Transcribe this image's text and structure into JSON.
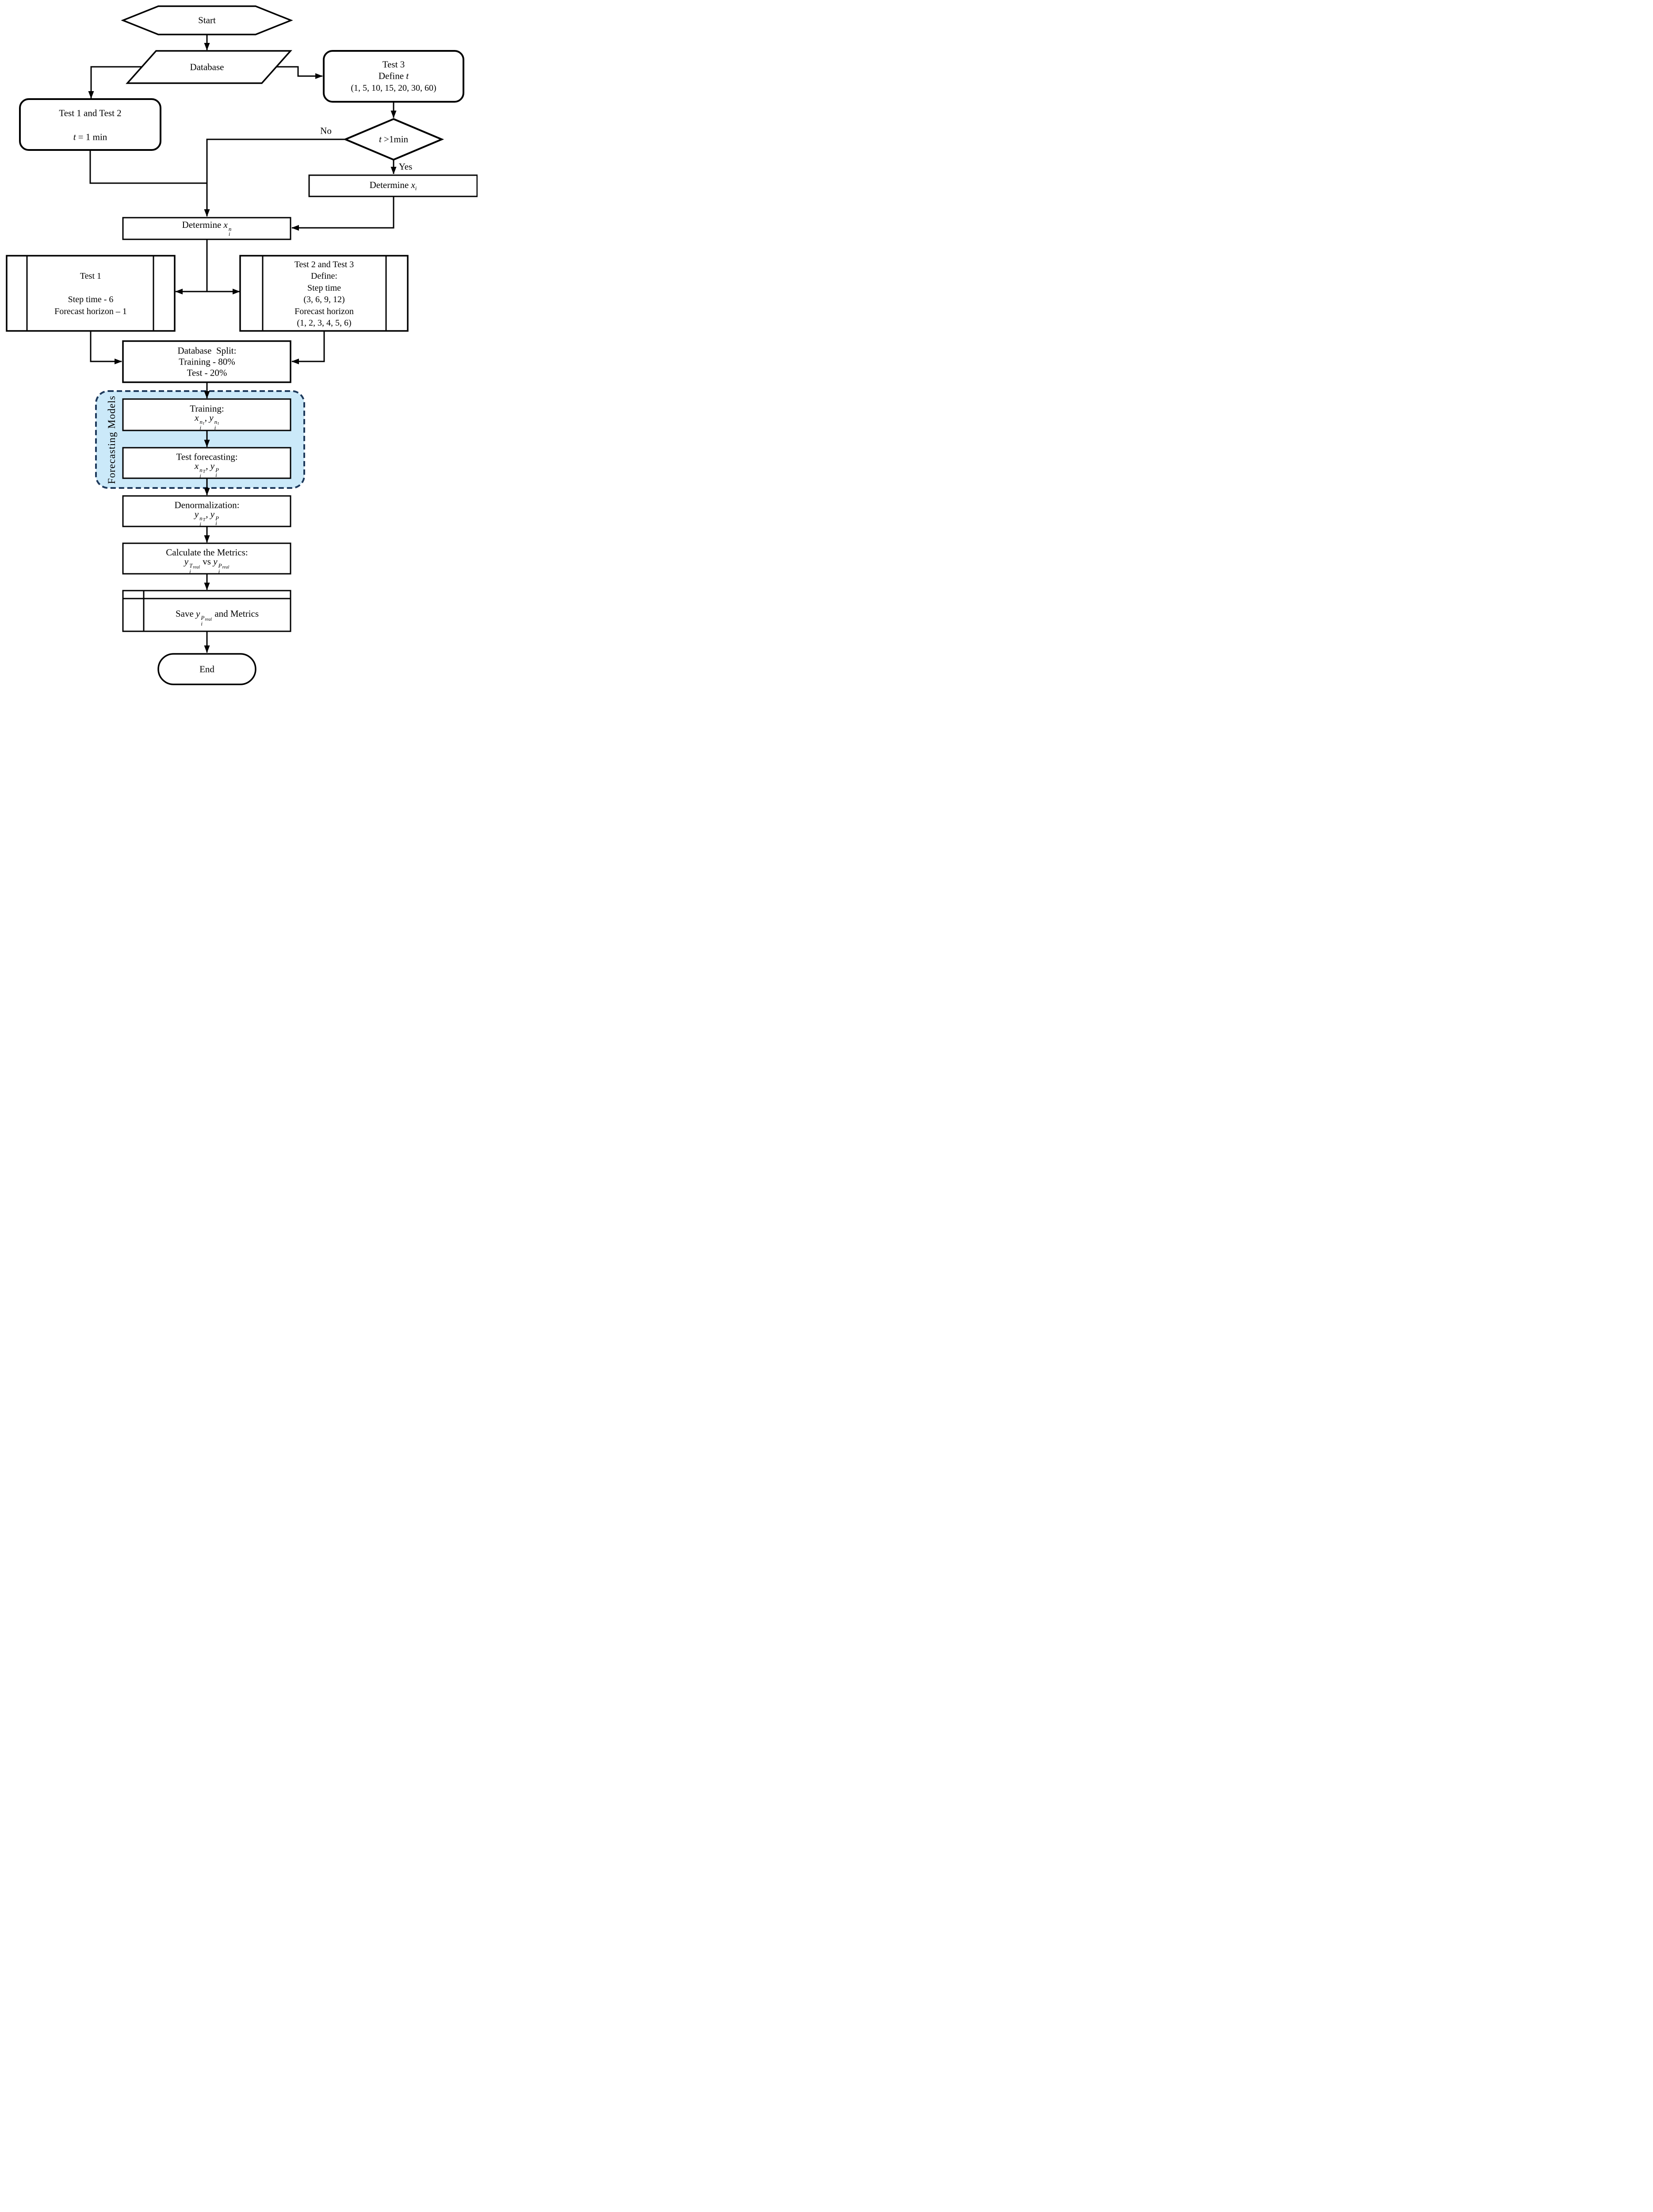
{
  "colors": {
    "stroke": "#000000",
    "container_fill": "#cbe9f9",
    "container_border": "#1e3a5c",
    "background": "#ffffff"
  },
  "nodes": {
    "start": "Start",
    "database": "Database",
    "test3": {
      "l1": "Test 3",
      "l2_pre": "Define ",
      "l2_var": "t",
      "l3": "(1, 5, 10, 15, 20, 30, 60)"
    },
    "test12": {
      "l1": "Test 1 and Test 2",
      "l2_var": "t",
      "l2_rest": " = 1 min"
    },
    "decision": {
      "var": "t",
      "cond": " >1min"
    },
    "labels": {
      "no": "No",
      "yes": "Yes"
    },
    "det_xi": {
      "pre": "Determine "
    },
    "det_xin": {
      "pre": "Determine "
    },
    "test1": {
      "l1": "Test 1",
      "l2": "Step time - 6",
      "l3": "Forecast horizon – 1"
    },
    "test23": {
      "l1": "Test 2 and Test 3",
      "l2": "Define:",
      "l3": "Step time",
      "l4": "(3, 6, 9, 12)",
      "l5": "Forecast horizon",
      "l6": "(1, 2, 3, 4, 5, 6)"
    },
    "dbsplit": {
      "l1": "Database  Split:",
      "l2": "Training - 80%",
      "l3": "Test - 20%"
    },
    "container": "Forecasting Models",
    "training": {
      "title": "Training:"
    },
    "testfc": {
      "title": "Test forecasting:"
    },
    "denorm": {
      "title": "Denormalization:"
    },
    "metrics": {
      "title": "Calculate the Metrics:",
      "vs": " vs "
    },
    "save": {
      "pre": "Save ",
      "post": " and Metrics"
    },
    "end": "End"
  },
  "sym": {
    "x": "x",
    "y": "y",
    "i": "i",
    "n": "n",
    "t": "t",
    "T": "T",
    "P": "P",
    "real": "real",
    "comma": ", "
  }
}
